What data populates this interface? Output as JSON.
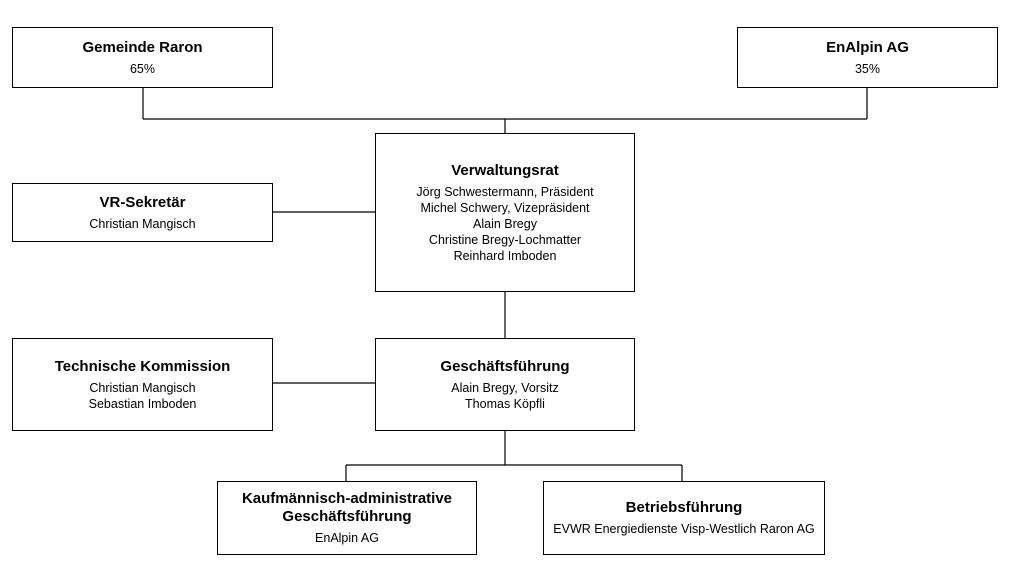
{
  "owners": [
    {
      "name": "Gemeinde Raron",
      "share": "65%"
    },
    {
      "name": "EnAlpin AG",
      "share": "35%"
    }
  ],
  "board": {
    "title": "Verwaltungsrat",
    "members": [
      "Jörg Schwestermann, Präsident",
      "Michel Schwery, Vizepräsident",
      "Alain Bregy",
      "Christine Bregy-Lochmatter",
      "Reinhard Imboden"
    ]
  },
  "secretary": {
    "title": "VR-Sekretär",
    "members": [
      "Christian Mangisch"
    ]
  },
  "tech_commission": {
    "title": "Technische Kommission",
    "members": [
      "Christian Mangisch",
      "Sebastian Imboden"
    ]
  },
  "management": {
    "title": "Geschäftsführung",
    "members": [
      "Alain Bregy, Vorsitz",
      "Thomas Köpfli"
    ]
  },
  "commercial": {
    "title_line1": "Kaufmännisch-administrative",
    "title_line2": "Geschäftsführung",
    "members": [
      "EnAlpin AG"
    ]
  },
  "operations": {
    "title": "Betriebsführung",
    "members": [
      "EVWR Energiedienste Visp-Westlich Raron AG"
    ]
  }
}
